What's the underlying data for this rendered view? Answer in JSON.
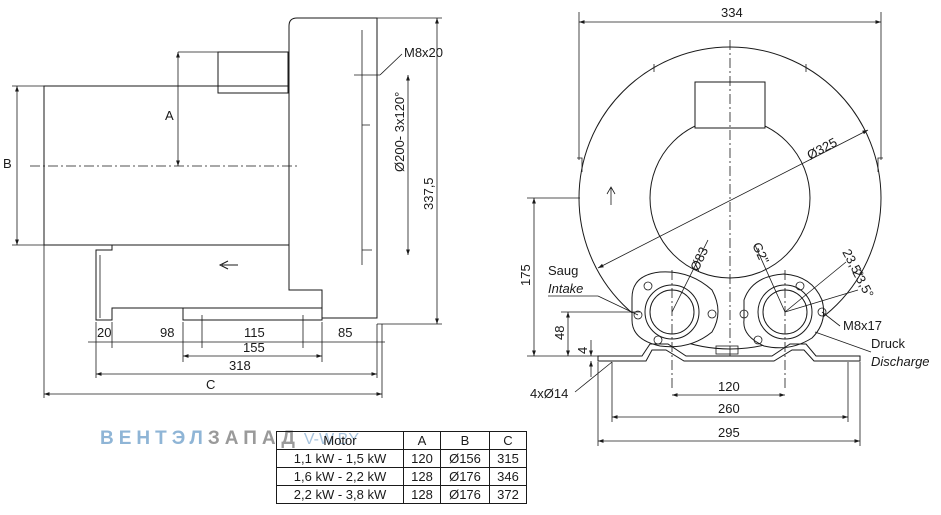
{
  "side_view": {
    "dim_a": "A",
    "dim_b": "B",
    "dim_c": "C",
    "thread_top": "M8x20",
    "bolt_circle": "Ø200- 3x120°",
    "height_total": "337,5",
    "bottom_dims": [
      "20",
      "98",
      "115",
      "85"
    ],
    "dim_155": "155",
    "dim_318": "318"
  },
  "front_view": {
    "width_top": "334",
    "housing_dia": "Ø325",
    "port_dia": "Ø83",
    "port_thread": "G2\"",
    "angle_1": "23,5°",
    "angle_2": "23,5°",
    "height_175": "175",
    "height_48": "48",
    "foot_4": "4",
    "intake_de": "Saug",
    "intake_en": "Intake",
    "discharge_de": "Druck",
    "discharge_en": "Discharge",
    "flange_thread": "M8x17",
    "foot_holes": "4xØ14",
    "dim_120": "120",
    "dim_260": "260",
    "dim_295": "295"
  },
  "watermark": {
    "brand_blue": "ВЕНТЭЛ",
    "brand_gray": "ЗАПАД",
    "url": "V-W.BY"
  },
  "table": {
    "headers": [
      "Motor",
      "A",
      "B",
      "C"
    ],
    "rows": [
      [
        "1,1 kW - 1,5 kW",
        "120",
        "Ø156",
        "315"
      ],
      [
        "1,6 kW - 2,2 kW",
        "128",
        "Ø176",
        "346"
      ],
      [
        "2,2 kW - 3,8 kW",
        "128",
        "Ø176",
        "372"
      ]
    ]
  }
}
